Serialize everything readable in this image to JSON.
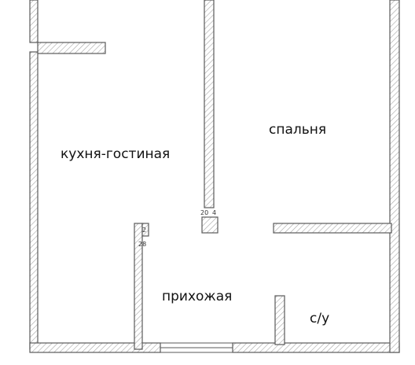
{
  "rooms": {
    "kitchen_living": "кухня-гостиная",
    "bedroom": "спальня",
    "hallway": "прихожая",
    "bathroom": "с/у"
  },
  "dimensions": {
    "column_top": "20",
    "column_top_right": "4",
    "hall_wall_top": "2",
    "hall_wall_side": "28"
  },
  "colors": {
    "wall_fill": "#ffffff",
    "wall_stroke": "#555555",
    "hatch": "#9a9a9a",
    "text": "#111111"
  }
}
